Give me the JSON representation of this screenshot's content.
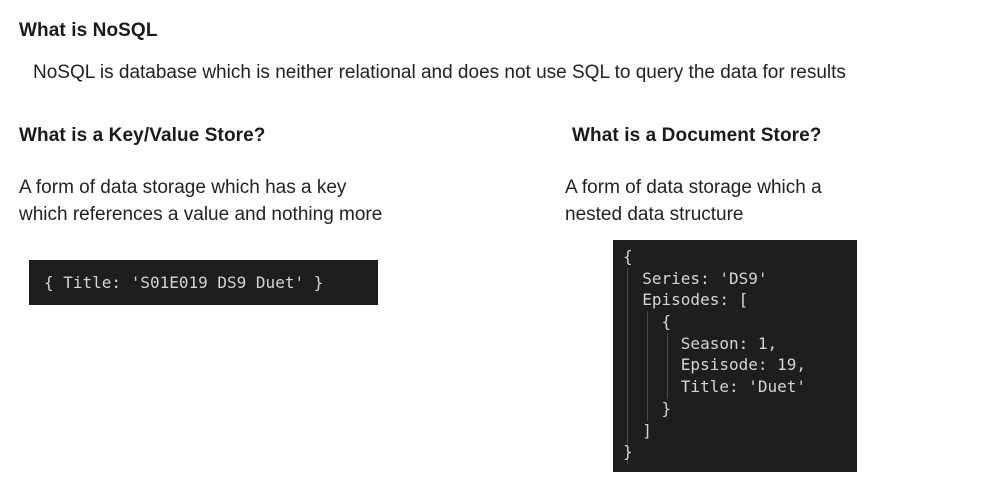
{
  "nosql": {
    "heading": "What is NoSQL",
    "description": "NoSQL is database which is neither relational and does not use SQL to query the data for results"
  },
  "key_value": {
    "heading": "What is a Key/Value Store?",
    "description_lines": [
      "A form of data storage which has a key",
      "which references a value and nothing more"
    ],
    "code": "{ Title: 'S01E019 DS9 Duet' }"
  },
  "document": {
    "heading": "What is a Document Store?",
    "description_lines": [
      "A form of data storage which a",
      "nested data structure"
    ],
    "code_lines": [
      "{",
      "  Series: 'DS9'",
      "  Episodes: [",
      "    {",
      "      Season: 1,",
      "      Epsisode: 19,",
      "      Title: 'Duet'",
      "    }",
      "  ]",
      "}"
    ]
  },
  "colors": {
    "code_background": "#1e1e1e",
    "code_text": "#d4d4d4",
    "text": "#1a1a1a"
  }
}
